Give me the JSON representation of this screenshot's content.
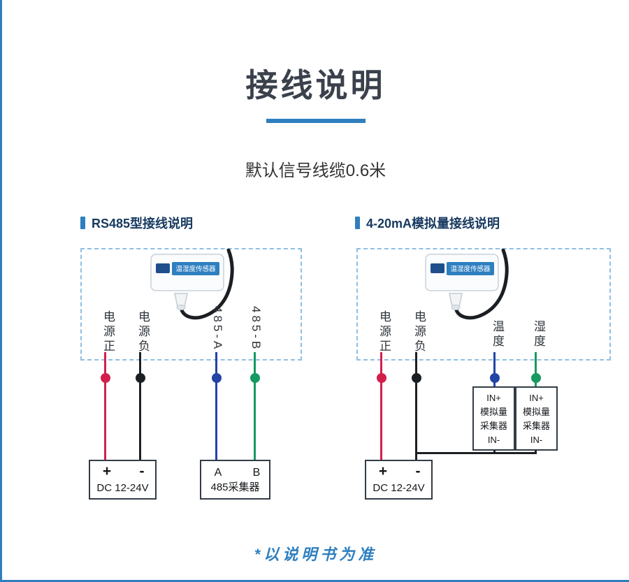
{
  "page": {
    "title": "接线说明",
    "subtitle": "默认信号线缆0.6米",
    "footnote": "*以说明书为准",
    "accent_color": "#2e7fc0",
    "title_color": "#3b414c"
  },
  "device": {
    "label": "温湿度传感器"
  },
  "colors": {
    "wire_red": "#d31f4c",
    "wire_black": "#1b1f24",
    "wire_blue": "#2344a5",
    "wire_green": "#169a5f",
    "dashed_border": "#8fbfe4",
    "section_header_text": "#173a60"
  },
  "left_panel": {
    "header": "RS485型接线说明",
    "wires": [
      {
        "label": "电源正",
        "color": "#d31f4c"
      },
      {
        "label": "电源负",
        "color": "#1b1f24"
      },
      {
        "label": "485-A",
        "color": "#2344a5"
      },
      {
        "label": "485-B",
        "color": "#169a5f"
      }
    ],
    "dc_box": {
      "plus": "+",
      "minus": "-",
      "label": "DC 12-24V"
    },
    "collector_box": {
      "a": "A",
      "b": "B",
      "label": "485采集器"
    }
  },
  "right_panel": {
    "header": "4-20mA模拟量接线说明",
    "wires": [
      {
        "label": "电源正",
        "color": "#d31f4c"
      },
      {
        "label": "电源负",
        "color": "#1b1f24"
      },
      {
        "label": "温度",
        "color": "#2344a5"
      },
      {
        "label": "湿度",
        "color": "#169a5f"
      }
    ],
    "dc_box": {
      "plus": "+",
      "minus": "-",
      "label": "DC 12-24V"
    },
    "analog_boxes": [
      {
        "lines": [
          "IN+",
          "模拟量",
          "采集器",
          "IN-"
        ]
      },
      {
        "lines": [
          "IN+",
          "模拟量",
          "采集器",
          "IN-"
        ]
      }
    ]
  }
}
